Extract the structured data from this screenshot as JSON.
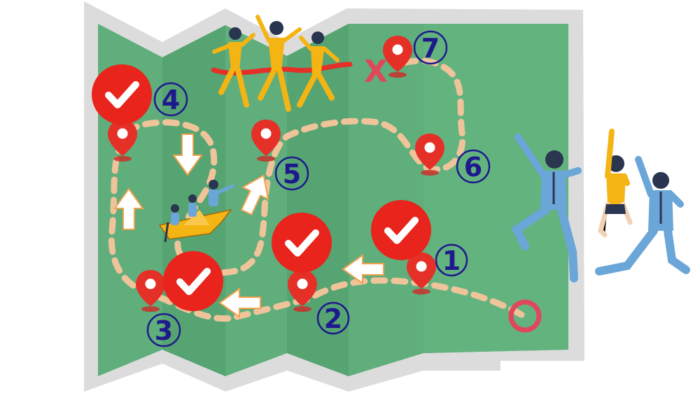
{
  "colors": {
    "map_green": "#5fae7b",
    "map_green_dark": "#4f9b6b",
    "map_frame": "#d9d9d9",
    "path": "#f0c49a",
    "pin": "#e53028",
    "check_badge": "#e8241c",
    "number_ring": "#1f1a8c",
    "arrow": "#ffffff",
    "arrow_outline": "#f2a24b",
    "suit_blue": "#6aa6d8",
    "suit_yellow": "#f4b414",
    "finish_ribbon": "#e53028"
  },
  "steps": [
    {
      "label": "1",
      "completed": true
    },
    {
      "label": "2",
      "completed": true
    },
    {
      "label": "3",
      "completed": true
    },
    {
      "label": "4",
      "completed": true
    },
    {
      "label": "5",
      "completed": false
    },
    {
      "label": "6",
      "completed": false
    },
    {
      "label": "7",
      "completed": false
    }
  ],
  "start_marker": "circle",
  "end_marker": "X",
  "icons": [
    "map-pin-icon",
    "check-badge-icon",
    "arrow-icon",
    "start-circle-icon",
    "finish-x-icon"
  ]
}
